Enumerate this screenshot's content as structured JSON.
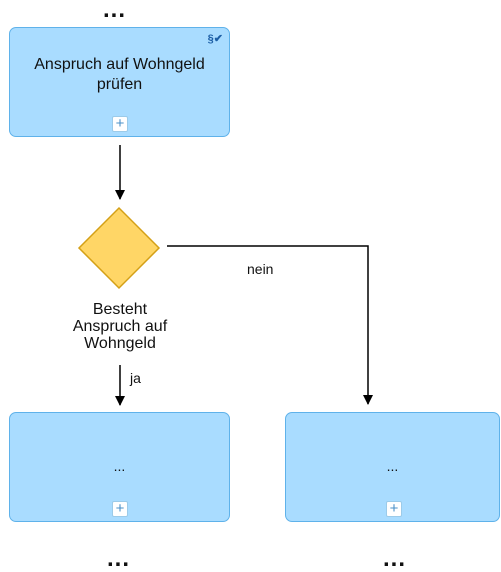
{
  "top_ellipsis": "...",
  "task_main": {
    "label_line1": "Anspruch auf Wohngeld",
    "label_line2": "prüfen",
    "badge": "§✔",
    "expand": "+"
  },
  "gateway": {
    "label_line1": "Besteht",
    "label_line2": "Anspruch auf",
    "label_line3": "Wohngeld",
    "yes_label": "ja",
    "no_label": "nein"
  },
  "task_yes": {
    "label": "...",
    "expand": "+"
  },
  "task_no": {
    "label": "...",
    "expand": "+"
  },
  "bottom_ellipsis_left": "...",
  "bottom_ellipsis_right": "...",
  "colors": {
    "task_fill": "#a9dcff",
    "task_border": "#5fb2ea",
    "gateway_fill": "#ffd666",
    "gateway_border": "#d4a017"
  }
}
